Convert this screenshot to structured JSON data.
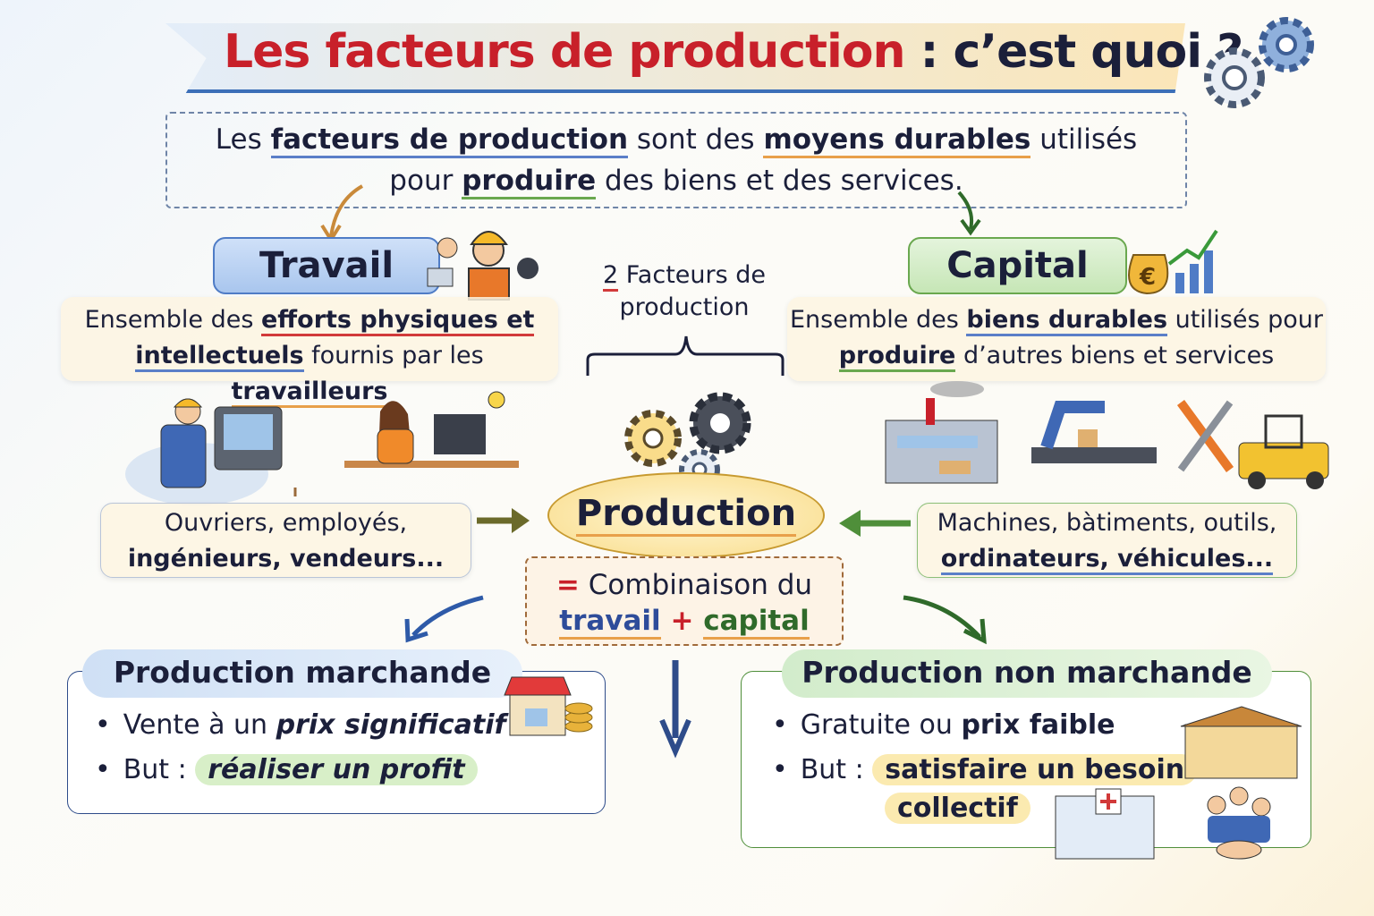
{
  "title": {
    "part1": "Les facteurs  de production",
    "part2": " : c’est quoi ?"
  },
  "definition": {
    "t1": "Les ",
    "b1": "facteurs de production",
    "t2": " sont des ",
    "b2": "moyens durables",
    "t3": " utilisés",
    "t4": "pour ",
    "b3": "produire",
    "t5": " des biens et des services."
  },
  "travail": {
    "label": "Travail",
    "def": {
      "t1": "Ensemble des ",
      "b1": "efforts physiques et",
      "b2": "intellectuels",
      "t2": " fournis par les ",
      "b3": "travailleurs"
    },
    "examples": {
      "t1": "Ouvriers, employés,",
      "b1": "ingénieurs, vendeurs..."
    }
  },
  "capital": {
    "label": "Capital",
    "def": {
      "t1": "Ensemble des ",
      "b1": "biens durables",
      "t2": " utilisés pour",
      "b2": "produire",
      "t3": " d’autres biens et services"
    },
    "examples": {
      "t1": "Machines, bàtiments, outils,",
      "b1": "ordinateurs, véhicules..."
    }
  },
  "center": {
    "factors_num": "2",
    "factors_text": " Facteurs de",
    "factors_text2": "production",
    "production": "Production",
    "combo": {
      "eq": "=",
      "t1": " Combinaison du",
      "w": "travail",
      "plus": " + ",
      "c": "capital"
    }
  },
  "marchande": {
    "title": "Production marchande",
    "b1_t": "Vente à un ",
    "b1_b": "prix significatif",
    "b2_t": "But : ",
    "b2_b": "réaliser un profit"
  },
  "non_marchande": {
    "title": "Production non marchande",
    "b1_t": "Gratuite ou ",
    "b1_b": "prix faible",
    "b2_t": "But : ",
    "b2_b": "satisfaire un besoin",
    "b2_b2": "collectif"
  },
  "colors": {
    "title_red": "#c8202a",
    "blue": "#4f7cc6",
    "green": "#6aa84f",
    "gold": "#f9dc8a"
  }
}
